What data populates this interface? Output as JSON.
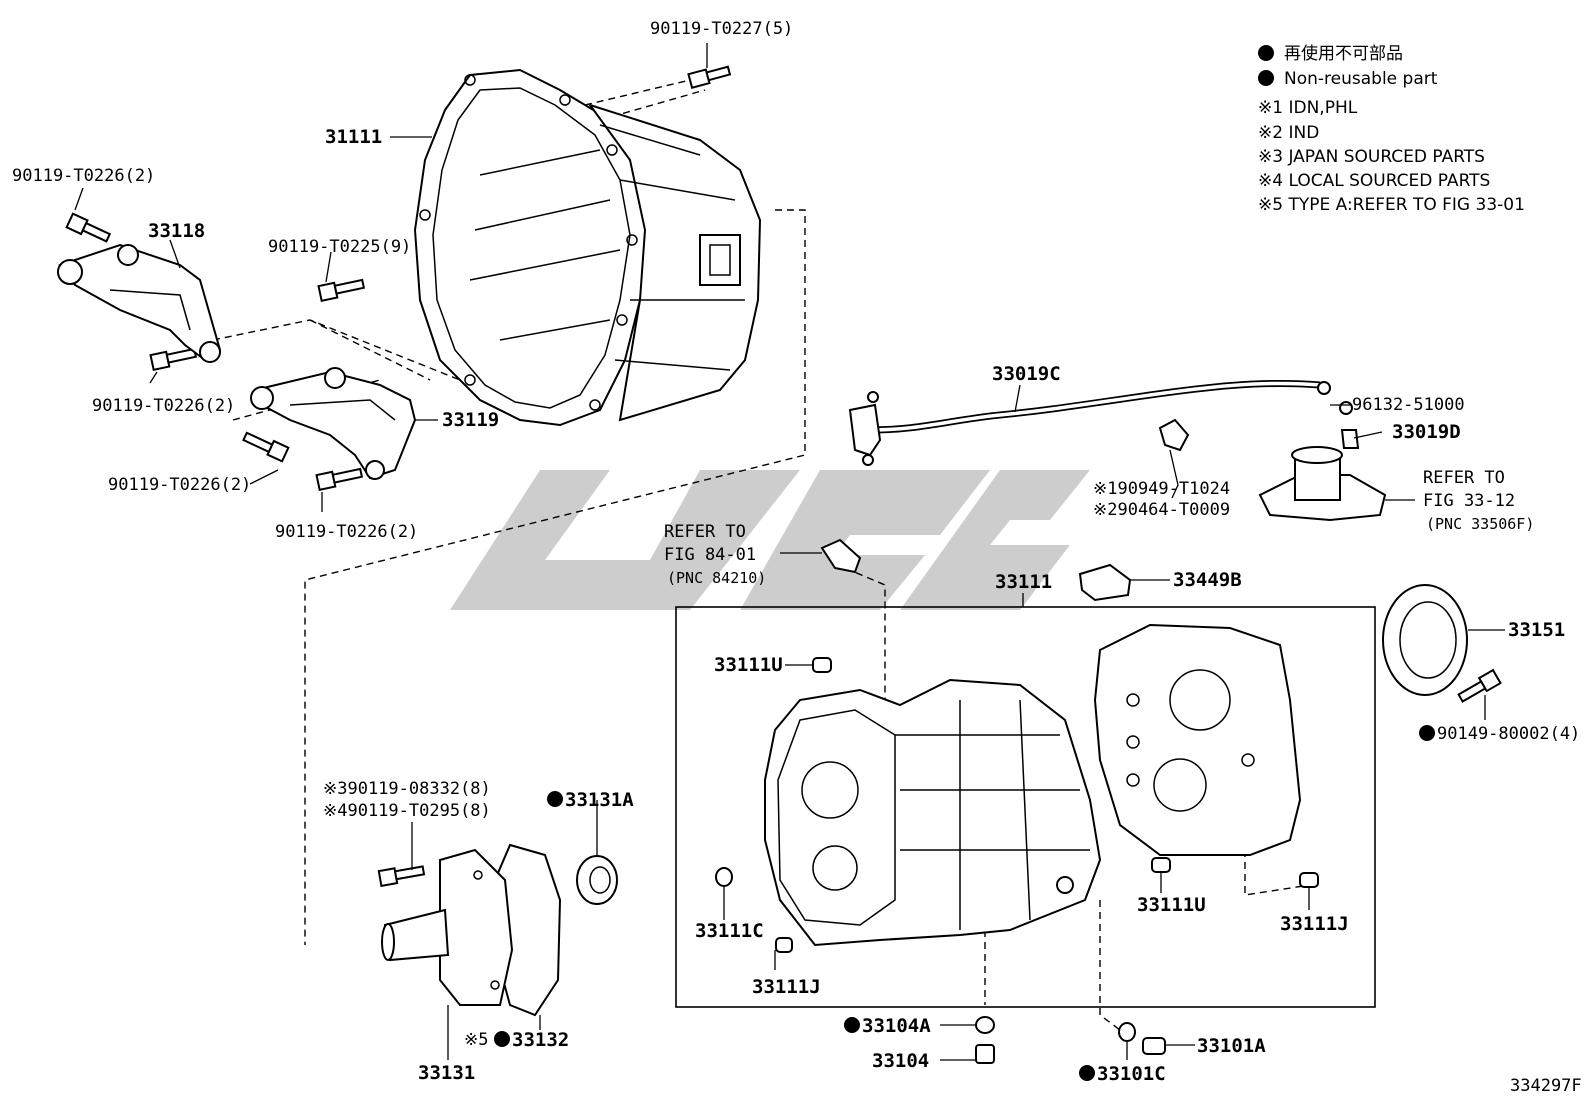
{
  "legend": {
    "items": [
      "再使用不可部品",
      "Non-reusable part",
      "※1 IDN,PHL",
      "※2 IND",
      "※3 JAPAN SOURCED PARTS",
      "※4 LOCAL SOURCED PARTS",
      "※5 TYPE A:REFER TO FIG 33-01"
    ]
  },
  "labels": {
    "p_90119_T0227": "90119-T0227(5)",
    "p_31111": "31111",
    "p_90119_T0226_a": "90119-T0226(2)",
    "p_33118": "33118",
    "p_90119_T0225": "90119-T0225(9)",
    "p_90119_T0226_b": "90119-T0226(2)",
    "p_33119": "33119",
    "p_90119_T0226_c": "90119-T0226(2)",
    "p_90119_T0226_d": "90119-T0226(2)",
    "p_33019C": "33019C",
    "p_96132": "96132-51000",
    "p_33019D": "33019D",
    "p_90949": "※190949-T1024",
    "p_90464": "※290464-T0009",
    "refer_33_12_a": "REFER TO",
    "refer_33_12_b": "FIG 33-12",
    "refer_33_12_c": "(PNC 33506F)",
    "refer_84_01_a": "REFER TO",
    "refer_84_01_b": "FIG 84-01",
    "refer_84_01_c": "(PNC 84210)",
    "p_33111_box": "33111",
    "p_33449B": "33449B",
    "p_33111U_a": "33111U",
    "p_33151": "33151",
    "p_90149": "90149-80002(4)",
    "p_90119_08332": "※390119-08332(8)",
    "p_90119_T0295": "※490119-T0295(8)",
    "p_33131A": "33131A",
    "p_33111C": "33111C",
    "p_33111J_a": "33111J",
    "p_33111U_b": "33111U",
    "p_33111J_b": "33111J",
    "p_33132": "33132",
    "p_33132_prefix": "※5",
    "p_33131": "33131",
    "p_33104A": "33104A",
    "p_33104": "33104",
    "p_33101A": "33101A",
    "p_33101C": "33101C",
    "fig_no": "334297F"
  },
  "colors": {
    "watermark": "#c8c8c8",
    "ink": "#000000"
  }
}
